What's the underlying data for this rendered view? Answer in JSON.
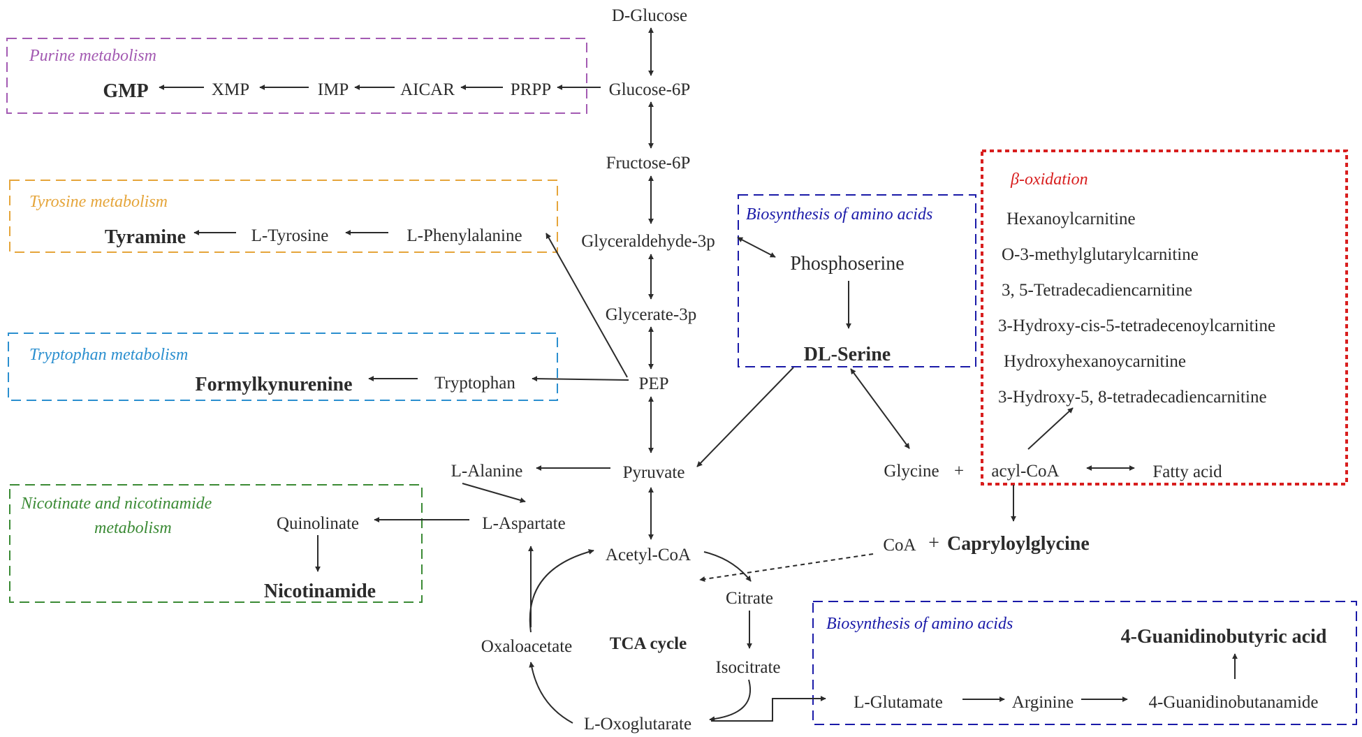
{
  "colors": {
    "purine": "#a35ab2",
    "tyrosine": "#e5a53a",
    "tryptophan": "#2b8fcf",
    "nicotinate": "#3a8a34",
    "amino": "#1a1aa8",
    "beta": "#d81e1e",
    "ink": "#2b2b2b"
  },
  "boxes": {
    "purine": "Purine metabolism",
    "tyrosine": "Tyrosine metabolism",
    "tryptophan": "Tryptophan metabolism",
    "nicotinate_line1": "Nicotinate and nicotinamide",
    "nicotinate_line2": "metabolism",
    "amino_top": "Biosynthesis of amino acids",
    "amino_bottom": "Biosynthesis of amino acids",
    "beta": "β-oxidation"
  },
  "glycolysis": {
    "d_glucose": "D-Glucose",
    "glucose_6p": "Glucose-6P",
    "fructose_6p": "Fructose-6P",
    "glyceraldehyde_3p": "Glyceraldehyde-3p",
    "glycerate_3p": "Glycerate-3p",
    "pep": "PEP",
    "pyruvate": "Pyruvate"
  },
  "purine": {
    "gmp": "GMP",
    "xmp": "XMP",
    "imp": "IMP",
    "aicar": "AICAR",
    "prpp": "PRPP"
  },
  "tyrosine": {
    "tyramine": "Tyramine",
    "l_tyrosine": "L-Tyrosine",
    "l_phenylalanine": "L-Phenylalanine"
  },
  "tryptophan": {
    "formylkynurenine": "Formylkynurenine",
    "tryptophan": "Tryptophan"
  },
  "amino_top": {
    "phosphoserine": "Phosphoserine",
    "dl_serine": "DL-Serine"
  },
  "beta_list": [
    "Hexanoylcarnitine",
    "O-3-methylglutarylcarnitine",
    "3, 5-Tetradecadiencarnitine",
    "3-Hydroxy-cis-5-tetradecenoylcarnitine",
    "Hydroxyhexanoycarnitine",
    "3-Hydroxy-5, 8-tetradecadiencarnitine"
  ],
  "lipid": {
    "glycine": "Glycine",
    "plus1": "+",
    "acyl_coa": "acyl-CoA",
    "fatty_acid": "Fatty acid",
    "coa": "CoA",
    "plus2": "+",
    "capryloylglycine": "Capryloylglycine"
  },
  "nicotinate": {
    "l_alanine": "L-Alanine",
    "l_aspartate": "L-Aspartate",
    "quinolinate": "Quinolinate",
    "nicotinamide": "Nicotinamide"
  },
  "tca": {
    "acetyl_coa": "Acetyl-CoA",
    "citrate": "Citrate",
    "isocitrate": "Isocitrate",
    "l_oxoglutarate": "L-Oxoglutarate",
    "oxaloacetate": "Oxaloacetate",
    "label": "TCA cycle"
  },
  "amino_bottom": {
    "l_glutamate": "L-Glutamate",
    "arginine": "Arginine",
    "guanidinobutanamide": "4-Guanidinobutanamide",
    "guanidinobutyric_acid": "4-Guanidinobutyric acid"
  }
}
